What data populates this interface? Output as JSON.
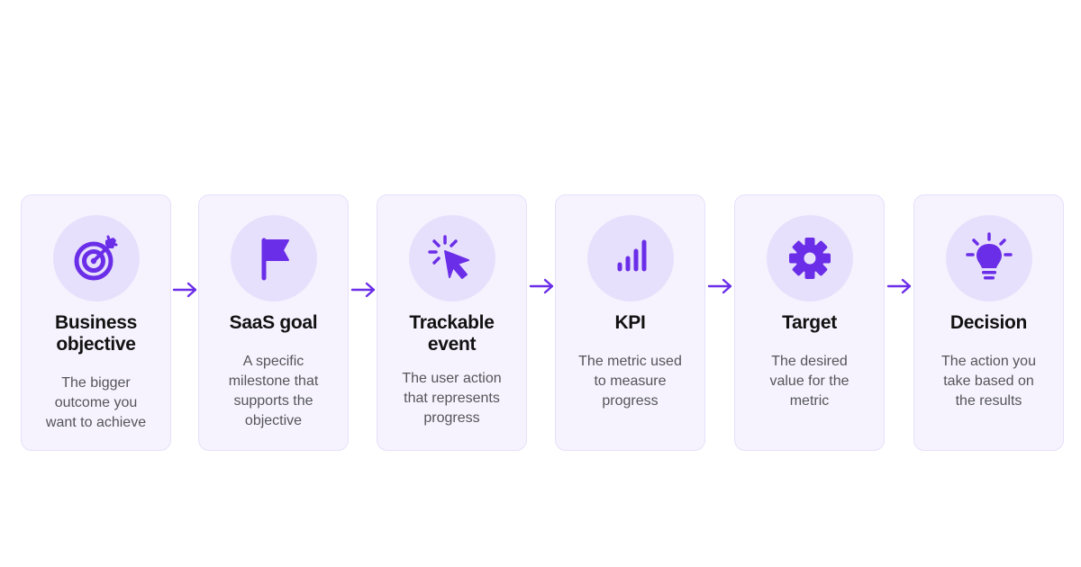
{
  "colors": {
    "accent": "#6b2ee8",
    "card_bg": "#f6f3fe",
    "card_border": "#e6e0fa",
    "icon_bg": "#e7e0fc"
  },
  "steps": [
    {
      "icon": "target-icon",
      "title_lines": [
        "Business",
        "objective"
      ],
      "desc_lines": [
        "The bigger",
        "outcome you",
        "want to achieve"
      ]
    },
    {
      "icon": "flag-icon",
      "title_lines": [
        "SaaS goal"
      ],
      "desc_lines": [
        "A specific",
        "milestone that",
        "supports the",
        "objective"
      ]
    },
    {
      "icon": "cursor-click-icon",
      "title_lines": [
        "Trackable",
        "event"
      ],
      "desc_lines": [
        "The user action",
        "that represents",
        "progress"
      ]
    },
    {
      "icon": "bar-chart-icon",
      "title_lines": [
        "KPI"
      ],
      "desc_lines": [
        "The metric used",
        "to measure",
        "progress"
      ]
    },
    {
      "icon": "gear-icon",
      "title_lines": [
        "Target"
      ],
      "desc_lines": [
        "The desired",
        "value for the",
        "metric"
      ]
    },
    {
      "icon": "lightbulb-icon",
      "title_lines": [
        "Decision"
      ],
      "desc_lines": [
        "The action you",
        "take based on",
        "the results"
      ]
    }
  ]
}
